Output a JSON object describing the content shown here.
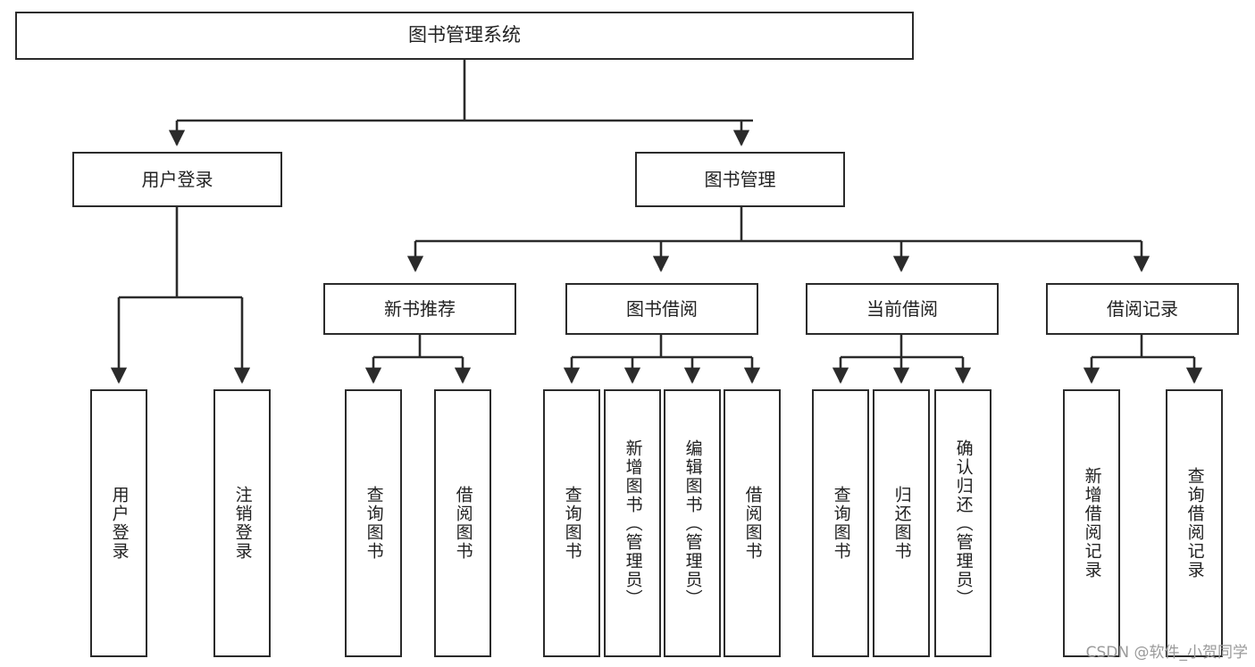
{
  "diagram": {
    "title": "图书管理系统",
    "watermark": "CSDN @软件_小贺同学",
    "stroke_color": "#2b2b2b",
    "background_color": "#ffffff",
    "text_color": "#222222",
    "watermark_color": "#9a9a9a"
  },
  "nodes": {
    "root": {
      "label": "图书管理系统"
    },
    "level2": [
      {
        "label": "用户登录"
      },
      {
        "label": "图书管理"
      }
    ],
    "level3": [
      {
        "label": "新书推荐"
      },
      {
        "label": "图书借阅"
      },
      {
        "label": "当前借阅"
      },
      {
        "label": "借阅记录"
      }
    ],
    "leaves": {
      "user_login": [
        {
          "label": "用户登录"
        },
        {
          "label": "注销登录"
        }
      ],
      "new_book_recommend": [
        {
          "label": "查询图书"
        },
        {
          "label": "借阅图书"
        }
      ],
      "book_borrow": [
        {
          "label": "查询图书"
        },
        {
          "label": "新增图书（管理员）"
        },
        {
          "label": "编辑图书（管理员）"
        },
        {
          "label": "借阅图书"
        }
      ],
      "current_borrow": [
        {
          "label": "查询图书"
        },
        {
          "label": "归还图书"
        },
        {
          "label": "确认归还（管理员）"
        }
      ],
      "borrow_record": [
        {
          "label": "新增借阅记录"
        },
        {
          "label": "查询借阅记录"
        }
      ]
    }
  }
}
